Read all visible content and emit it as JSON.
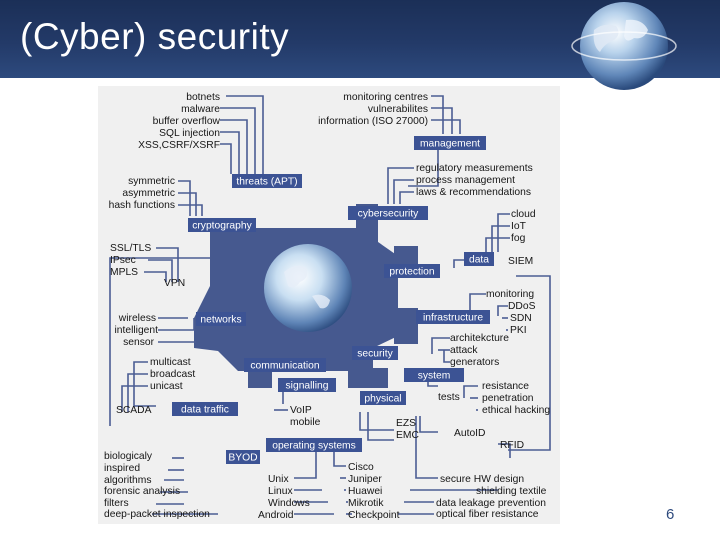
{
  "slide": {
    "title": "(Cyber) security",
    "page_number": "6"
  },
  "colors": {
    "header": "#233a68",
    "box": "#3c5394",
    "line": "#4b5d93",
    "chip": "#46598f"
  },
  "boxes": {
    "management": "management",
    "threats": "threats (APT)",
    "cybersecurity": "cybersecurity",
    "cryptography": "cryptography",
    "data": "data",
    "protection": "protection",
    "networks": "networks",
    "infrastructure": "infrastructure",
    "communication": "communication",
    "security": "security",
    "system": "system",
    "signalling": "signalling",
    "physical": "physical",
    "data_traffic": "data traffic",
    "operating_systems": "operating systems",
    "byod": "BYOD"
  },
  "labels": {
    "threat_items": [
      "botnets",
      "malware",
      "buffer overflow",
      "SQL injection",
      "XSS,CSRF/XSRF"
    ],
    "management_items": [
      "monitoring centres",
      "vulnerabilites",
      "information (ISO 27000)"
    ],
    "regulation_items": [
      "regulatory measurements",
      "process management",
      "laws & recommendations"
    ],
    "crypto_items": [
      "symmetric",
      "asymmetric",
      "hash functions"
    ],
    "data_items": [
      "cloud",
      "IoT",
      "fog"
    ],
    "siem": "SIEM",
    "protocol_items": [
      "SSL/TLS",
      "IPsec",
      "MPLS"
    ],
    "vpn": "VPN",
    "infra_items": [
      "monitoring",
      "DDoS",
      "SDN",
      "PKI"
    ],
    "network_items": [
      "wireless",
      "intelligent",
      "sensor"
    ],
    "security_items": [
      "architekcture",
      "attack",
      "generators"
    ],
    "cast_items": [
      "multicast",
      "broadcast",
      "unicast"
    ],
    "test_items": [
      "resistance",
      "penetration",
      "ethical hacking"
    ],
    "tests": "tests",
    "scada": "SCADA",
    "signalling_items": [
      "VoIP",
      "mobile"
    ],
    "physical_items": [
      "EZS",
      "EMC"
    ],
    "autoid": "AutoID",
    "rfid": "RFID",
    "bio_items": [
      "biologicaly",
      "inspired",
      "algorithms",
      "forensic analysis",
      "filters",
      "deep-packet inspection"
    ],
    "os_items": [
      "Unix",
      "Linux",
      "Windows",
      "Android"
    ],
    "vendor_items": [
      "Cisco",
      "Juniper",
      "Huawei",
      "Mikrotik",
      "Checkpoint"
    ],
    "hw_items": [
      "secure HW design",
      "shielding textile",
      "data leakage prevention",
      "optical fiber resistance"
    ]
  }
}
